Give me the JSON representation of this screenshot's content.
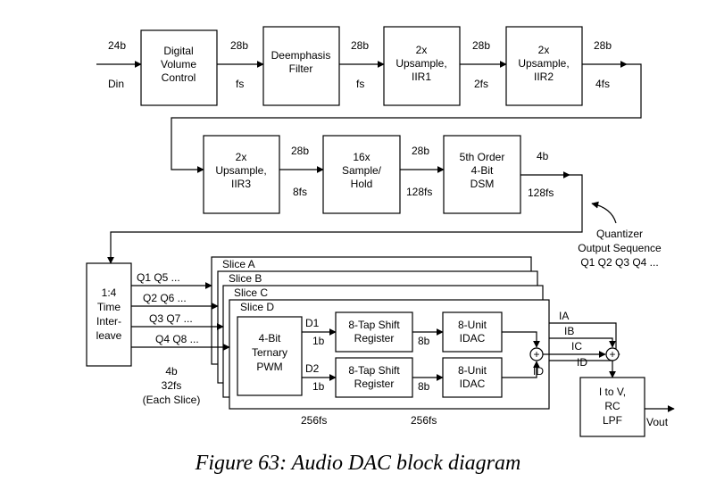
{
  "caption": "Figure 63: Audio DAC block diagram",
  "blocks": {
    "dvc": [
      "Digital",
      "Volume",
      "Control"
    ],
    "deemph": [
      "Deemphasis",
      "Filter"
    ],
    "iir1": [
      "2x",
      "Upsample,",
      "IIR1"
    ],
    "iir2": [
      "2x",
      "Upsample,",
      "IIR2"
    ],
    "iir3": [
      "2x",
      "Upsample,",
      "IIR3"
    ],
    "sh": [
      "16x",
      "Sample/",
      "Hold"
    ],
    "dsm": [
      "5th Order",
      "4-Bit",
      "DSM"
    ],
    "interleave": [
      "1:4",
      "Time",
      "Inter-",
      "leave"
    ],
    "pwm": [
      "4-Bit",
      "Ternary",
      "PWM"
    ],
    "shift1": [
      "8-Tap Shift",
      "Register"
    ],
    "shift2": [
      "8-Tap Shift",
      "Register"
    ],
    "idac1": [
      "8-Unit",
      "IDAC"
    ],
    "idac2": [
      "8-Unit",
      "IDAC"
    ],
    "lpf": [
      "I to V,",
      "RC",
      "LPF"
    ]
  },
  "slices": [
    "Slice A",
    "Slice B",
    "Slice C",
    "Slice D"
  ],
  "labels": {
    "b24": "24b",
    "din": "Din",
    "b28_1": "28b",
    "fs_1": "fs",
    "b28_2": "28b",
    "fs_2": "fs",
    "b28_3": "28b",
    "fs2x": "2fs",
    "b28_4": "28b",
    "fs4x": "4fs",
    "b28_5": "28b",
    "fs8x": "8fs",
    "b28_6": "28b",
    "fs128a": "128fs",
    "b4": "4b",
    "fs128b": "128fs",
    "quantizer": [
      "Quantizer",
      "Output Sequence",
      "Q1 Q2 Q3 Q4 ..."
    ],
    "q15": "Q1 Q5 ...",
    "q26": "Q2 Q6 ...",
    "q37": "Q3 Q7 ...",
    "q48": "Q4 Q8 ...",
    "each": [
      "4b",
      "32fs",
      "(Each Slice)"
    ],
    "d1": "D1",
    "d2": "D2",
    "b1_1": "1b",
    "b1_2": "1b",
    "b8_1": "8b",
    "b8_2": "8b",
    "fs256a": "256fs",
    "fs256b": "256fs",
    "ia": "IA",
    "ib": "IB",
    "ic": "IC",
    "id_sum": "ID",
    "id_out": "ID",
    "plus1": "+",
    "plus2": "+",
    "vout": "Vout"
  }
}
